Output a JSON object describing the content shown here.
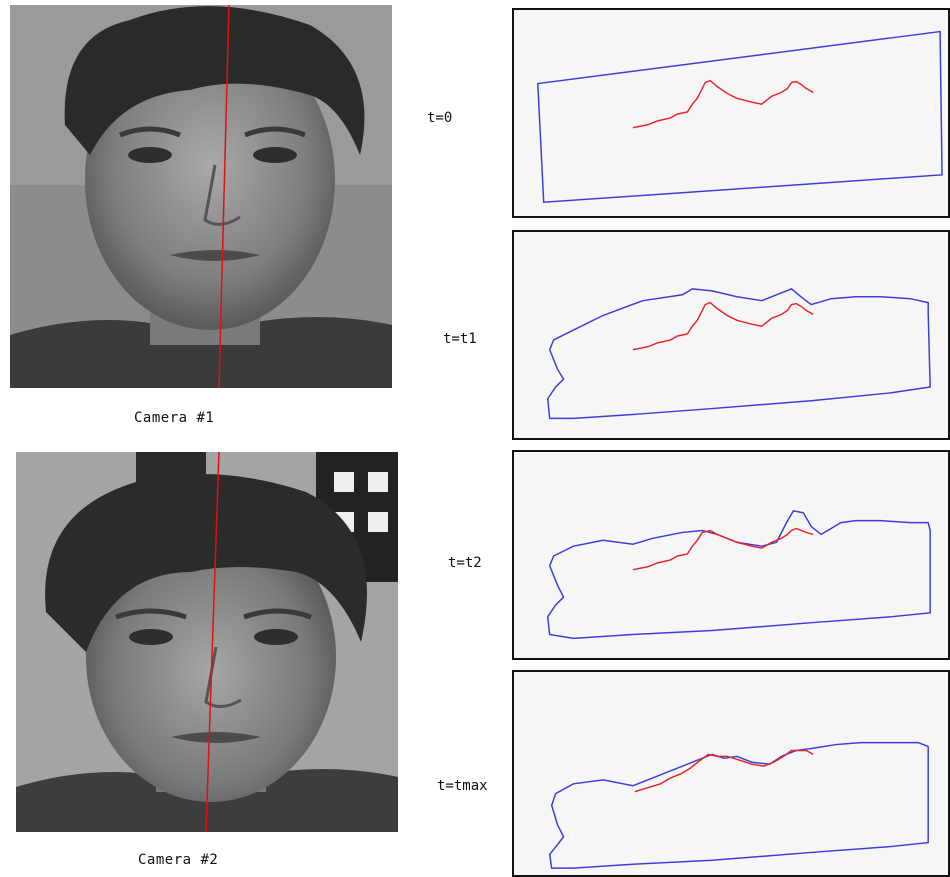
{
  "cameras": [
    {
      "label": "Camera #1"
    },
    {
      "label": "Camera #2"
    }
  ],
  "panels": [
    {
      "time_label": "t=0"
    },
    {
      "time_label": "t=t1"
    },
    {
      "time_label": "t=t2"
    },
    {
      "time_label": "t=tmax"
    }
  ],
  "colors": {
    "profile_curve": "#e8262a",
    "deforming_contour": "#3a3fd9",
    "epipolar_line": "#e01010"
  }
}
